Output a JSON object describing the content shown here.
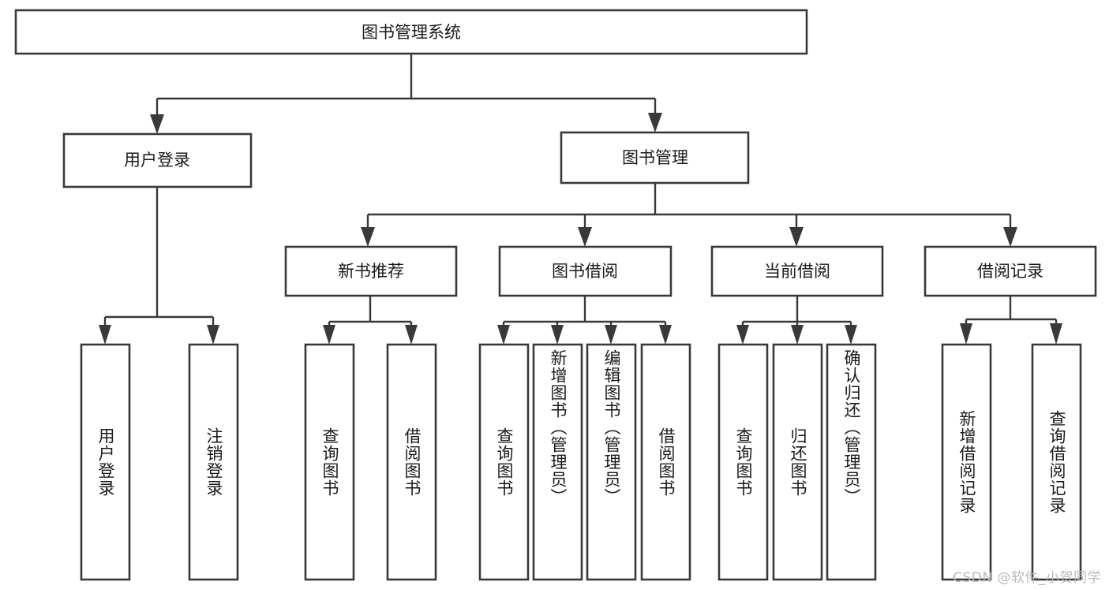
{
  "diagram": {
    "title": "图书管理系统",
    "type": "tree-hierarchy",
    "watermark": "CSDN @软件_小贺同学",
    "colors": {
      "stroke": "#393939",
      "fill": "#ffffff",
      "text": "#1a1a1a",
      "watermark": "#b9b9b9"
    },
    "levels": {
      "root": {
        "label": "图书管理系统"
      },
      "level2": [
        {
          "id": "user-login",
          "label": "用户登录"
        },
        {
          "id": "book-manage",
          "label": "图书管理"
        }
      ],
      "level3": [
        {
          "id": "new-book-recommend",
          "label": "新书推荐",
          "parent": "book-manage"
        },
        {
          "id": "book-borrow",
          "label": "图书借阅",
          "parent": "book-manage"
        },
        {
          "id": "current-borrow",
          "label": "当前借阅",
          "parent": "book-manage"
        },
        {
          "id": "borrow-record",
          "label": "借阅记录",
          "parent": "book-manage"
        }
      ],
      "leaves": [
        {
          "id": "leaf-user-login",
          "label": "用户登录",
          "parent": "user-login"
        },
        {
          "id": "leaf-logout",
          "label": "注销登录",
          "parent": "user-login"
        },
        {
          "id": "leaf-query-book-1",
          "label": "查询图书",
          "parent": "new-book-recommend"
        },
        {
          "id": "leaf-borrow-book-1",
          "label": "借阅图书",
          "parent": "new-book-recommend"
        },
        {
          "id": "leaf-query-book-2",
          "label": "查询图书",
          "parent": "book-borrow"
        },
        {
          "id": "leaf-add-book",
          "label": "新增图书（管理员）",
          "parent": "book-borrow"
        },
        {
          "id": "leaf-edit-book",
          "label": "编辑图书（管理员）",
          "parent": "book-borrow"
        },
        {
          "id": "leaf-borrow-book-2",
          "label": "借阅图书",
          "parent": "book-borrow"
        },
        {
          "id": "leaf-query-book-3",
          "label": "查询图书",
          "parent": "current-borrow"
        },
        {
          "id": "leaf-return-book",
          "label": "归还图书",
          "parent": "current-borrow"
        },
        {
          "id": "leaf-confirm-return",
          "label": "确认归还（管理员）",
          "parent": "current-borrow"
        },
        {
          "id": "leaf-add-record",
          "label": "新增借阅记录",
          "parent": "borrow-record"
        },
        {
          "id": "leaf-query-record",
          "label": "查询借阅记录",
          "parent": "borrow-record"
        }
      ]
    }
  }
}
